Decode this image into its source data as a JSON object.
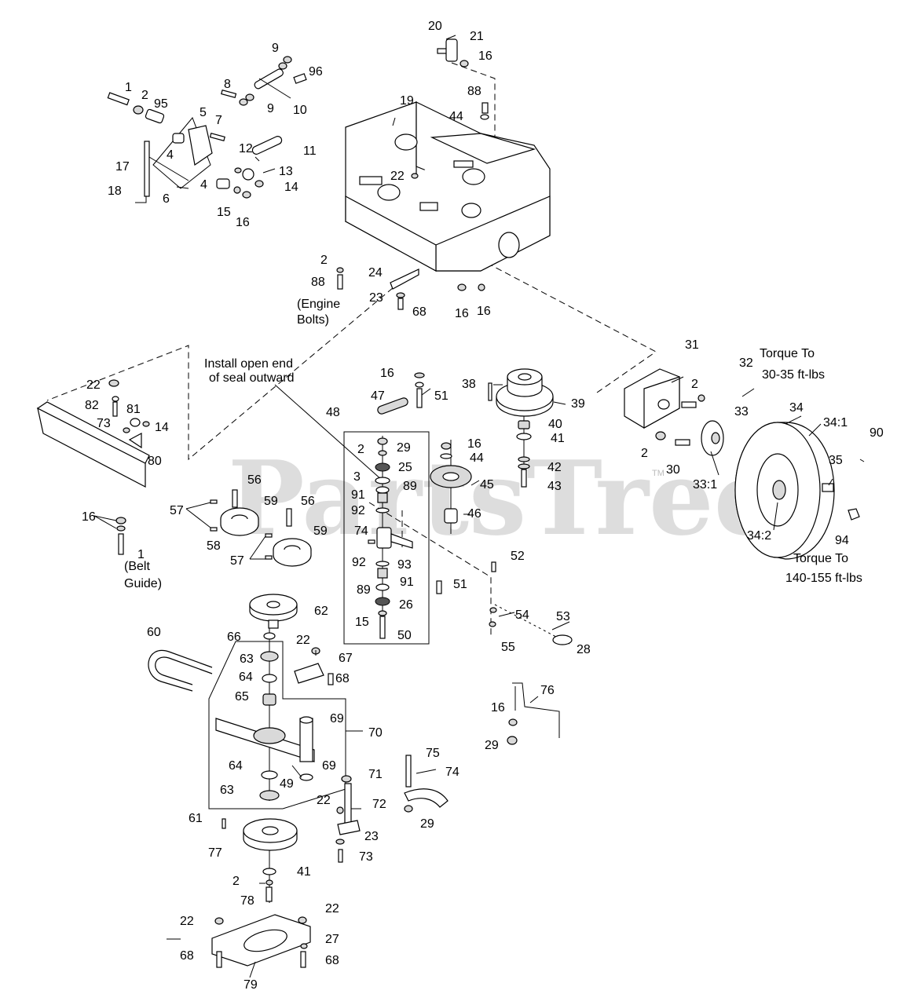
{
  "watermark": "PartsTree",
  "trademark": "TM",
  "notes": {
    "seal_line1": "Install open end",
    "seal_line2": "of seal outward",
    "engine_bolts_1": "(Engine",
    "engine_bolts_2": "Bolts)",
    "belt_guide_1": "(Belt",
    "belt_guide_2": "Guide)",
    "torque_hub_1": "Torque To",
    "torque_hub_2": "30-35 ft-lbs",
    "torque_wheel_1": "Torque To",
    "torque_wheel_2": "140-155 ft-lbs"
  },
  "callouts": [
    "20",
    "21",
    "16",
    "9",
    "96",
    "1",
    "2",
    "95",
    "8",
    "10",
    "9",
    "88",
    "44",
    "19",
    "5",
    "7",
    "12",
    "11",
    "4",
    "17",
    "13",
    "14",
    "4",
    "6",
    "18",
    "15",
    "16",
    "22",
    "2",
    "88",
    "24",
    "23",
    "68",
    "16",
    "16",
    "16",
    "51",
    "47",
    "38",
    "39",
    "31",
    "32",
    "2",
    "48",
    "2",
    "29",
    "22",
    "82",
    "81",
    "73",
    "14",
    "80",
    "16",
    "44",
    "3",
    "25",
    "89",
    "45",
    "40",
    "41",
    "42",
    "43",
    "33",
    "34",
    "34:1",
    "90",
    "35",
    "2",
    "30",
    "33:1",
    "34:2",
    "94",
    "91",
    "92",
    "46",
    "74",
    "56",
    "57",
    "59",
    "56",
    "58",
    "59",
    "57",
    "16",
    "1",
    "52",
    "92",
    "93",
    "91",
    "51",
    "89",
    "26",
    "15",
    "50",
    "53",
    "54",
    "55",
    "28",
    "62",
    "60",
    "66",
    "22",
    "67",
    "63",
    "68",
    "64",
    "65",
    "69",
    "70",
    "76",
    "16",
    "29",
    "64",
    "69",
    "49",
    "63",
    "75",
    "74",
    "71",
    "22",
    "72",
    "29",
    "61",
    "23",
    "77",
    "73",
    "41",
    "2",
    "78",
    "22",
    "22",
    "27",
    "68",
    "68",
    "79"
  ]
}
